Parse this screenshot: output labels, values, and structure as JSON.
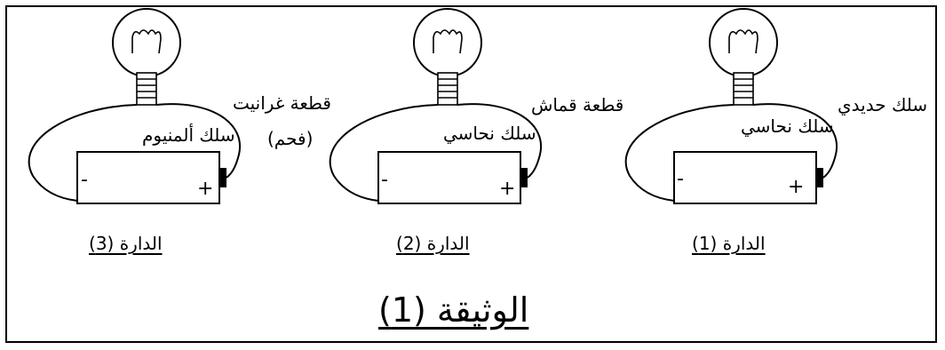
{
  "document_title": "الوثيقة (1)",
  "circuits": [
    {
      "caption": "الدارة (1)",
      "wire_label": "سلك نحاسي",
      "test_material": [
        "سلك حديدي"
      ],
      "terminal_minus": "-",
      "terminal_plus": "+"
    },
    {
      "caption": "الدارة (2)",
      "wire_label": "سلك نحاسي",
      "test_material": [
        "قطعة قماش"
      ],
      "terminal_minus": "-",
      "terminal_plus": "+"
    },
    {
      "caption": "الدارة (3)",
      "wire_label": "سلك ألمنيوم",
      "test_material": [
        "قطعة غرانيت",
        "(فحم)"
      ],
      "terminal_minus": "-",
      "terminal_plus": "+"
    }
  ]
}
